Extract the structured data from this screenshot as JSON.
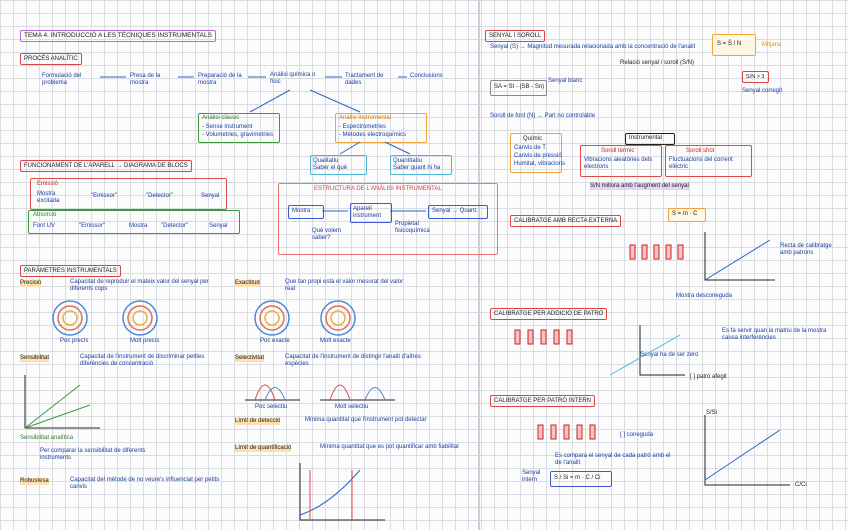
{
  "left": {
    "title": "TEMA 4. INTRODUCCIÓ A LES TÈCNIQUES INSTRUMENTALS",
    "proces": {
      "heading": "PROCÉS ANALÍTIC",
      "steps": [
        "Formulació del problema",
        "Presa de la mostra",
        "Preparació de la mostra",
        "Anàlisi química o físic",
        "Tractament de dades",
        "Conclusions"
      ],
      "classic": {
        "title": "Anàlisi clàssic",
        "lines": [
          "- Sense instrument",
          "- Volumetries, gravimetries"
        ]
      },
      "instr": {
        "title": "Anàlisi instrumental",
        "lines": [
          "- Espectrometries",
          "- Mètodes electroquímics"
        ]
      },
      "qual": "Qualitatiu\nSaber el què",
      "quant": "Quantitatiu\nSaber quant hi ha",
      "estructura": "ESTRUCTURA DE L'ANÀLISI INSTRUMENTAL",
      "mostra": "Mostra",
      "aparell": "Aparell instrument",
      "senyal": "Senyal → Quant.",
      "que_volem": "Què volem saber?",
      "propietat": "Propietat fisicoquímica"
    },
    "funcionament": {
      "heading": "FUNCIONAMENT DE L'APARELL → DIAGRAMA DE BLOCS",
      "emissio": "Emissió",
      "emissio_chain": [
        "Mostra excitada",
        "\"Emissor\"",
        "\"Detector\"",
        "Senyal"
      ],
      "absorcio": "Absorció",
      "absorcio_chain": [
        "Font UV",
        "\"Emissor\"",
        "Mostra",
        "\"Detector\"",
        "Senyal"
      ]
    },
    "parametres": {
      "heading": "PARÀMETRES INSTRUMENTALS",
      "precisio": "Precisió",
      "precisio_def": "Capacitat de reproduir el mateix valor del senyal per diferents cops",
      "poc_precis": "Poc precís",
      "molt_precis": "Molt precís",
      "exactitud": "Exactitud",
      "exactitud_def": "Que tan propi està el valor mesurat del valor real",
      "poc_exacte": "Poc exacte",
      "molt_exacte": "Molt exacte",
      "sensibilitat": "Sensibilitat",
      "sensibilitat_def": "Capacitat de l'instrument de discriminar petites diferències de concentració",
      "sens_analitica": "Sensibilitat analítica",
      "sens_note": "Per comparar la sensibilitat de diferents instruments",
      "selectivitat": "Selectivitat",
      "selectivitat_def": "Capacitat de l'instrument de distingir l'analit d'altres espècies",
      "poc_selectiu": "Poc selectiu",
      "molt_selectiu": "Molt selectiu",
      "limit_det": "Límit de detecció",
      "limit_det_def": "Mínima quantitat que l'instrument pot detectar",
      "limit_quant": "Límit de quantificació",
      "limit_quant_def": "Mínima quantitat que es pot quantificar amb fiabilitat",
      "robustesa": "Robustesa",
      "robustesa_def": "Capacitat del mètode de no veure's influenciat per petits canvis"
    }
  },
  "right": {
    "senyal_soroll": {
      "heading": "SENYAL I SOROLL",
      "senyal_def": "Senyal (S) → Magnitud mesurada relacionada amb la concentració de l'analit",
      "formula_top": "S = S̄ / N",
      "formula_tag": "Mitjana",
      "rel_sn": "Relació senyal / soroll (S/N)",
      "good_sn": "S/N > 3",
      "senyal_corregit": "Senyal corregit",
      "senyal_blanc": "Senyal blanc",
      "sa": "SA = St - (SB - Sn)",
      "soroll_font": "Soroll de font (N) → Part no controlable",
      "quimic": "Químic",
      "quimic_lines": [
        "Canvis de T",
        "Canvis de pressió",
        "Humitat, vibracions"
      ],
      "instrumental": "Instrumental",
      "termic": "Soroll tèrmic",
      "termic_def": "Vibracions aleatòries dels electrons",
      "shot": "Soroll shot",
      "shot_def": "Fluctuacions del corrent elèctric",
      "millora": "S/N millora amb l'augment del senyal"
    },
    "cal_recta": {
      "heading": "CALIBRATGE AMB RECTA EXTERNA",
      "formula": "S = m · C",
      "note": "Recta de calibratge amb patrons",
      "desconegut": "Mostra desconeguda"
    },
    "cal_addicio": {
      "heading": "CALIBRATGE PER ADDICIÓ DE PATRÓ",
      "note": "Es fa servir quan la matriu de la mostra causa interferències",
      "extrap": "Senyal ha de ser zero",
      "x_label": "[ ] patró afegit"
    },
    "cal_intern": {
      "heading": "CALIBRATGE PER PATRÓ INTERN",
      "note1": "Es compara el senyal de cada patró amb el de l'analit",
      "note2": "Senyal intern",
      "eq": "S / Si = m · C / Ci",
      "x_label": "C/Ci",
      "y_label": "S/Si",
      "conc_label": "[ ] coneguda"
    }
  }
}
